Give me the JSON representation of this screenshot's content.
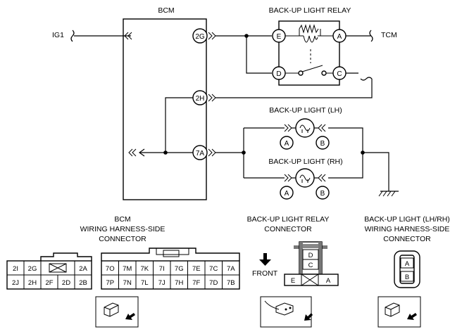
{
  "labels": {
    "bcm": "BCM",
    "relay": "BACK-UP LIGHT RELAY",
    "ig1": "IG1",
    "tcm": "TCM",
    "light_lh": "BACK-UP LIGHT (LH)",
    "light_rh": "BACK-UP LIGHT (RH)"
  },
  "bcm_pins": [
    "2G",
    "2H",
    "7A"
  ],
  "relay_pins": {
    "e": "E",
    "a": "A",
    "d": "D",
    "c": "C"
  },
  "lamp_pins": {
    "a": "A",
    "b": "B"
  },
  "connector_titles": {
    "bcm": [
      "BCM",
      "WIRING HARNESS-SIDE",
      "CONNECTOR"
    ],
    "relay": [
      "BACK-UP LIGHT RELAY",
      "CONNECTOR"
    ],
    "light": [
      "BACK-UP LIGHT (LH/RH)",
      "WIRING HARNESS-SIDE",
      "CONNECTOR"
    ]
  },
  "bcm_conn_left": {
    "top": [
      "2I",
      "2G",
      "",
      "2A"
    ],
    "bottom": [
      "2J",
      "2H",
      "2F",
      "2D",
      "2B"
    ]
  },
  "bcm_conn_right": {
    "top": [
      "7O",
      "7M",
      "7K",
      "7I",
      "7G",
      "7E",
      "7C",
      "7A"
    ],
    "bottom": [
      "7P",
      "7N",
      "7L",
      "7J",
      "7H",
      "7F",
      "7D",
      "7B"
    ]
  },
  "relay_conn": {
    "d": "D",
    "c": "C",
    "e": "E",
    "a": "A"
  },
  "front_label": "FRONT",
  "light_conn": {
    "a": "A",
    "b": "B"
  },
  "icons": [
    "connector-plug-icon",
    "front-arrow-icon",
    "ground-icon",
    "bulb-icon"
  ]
}
